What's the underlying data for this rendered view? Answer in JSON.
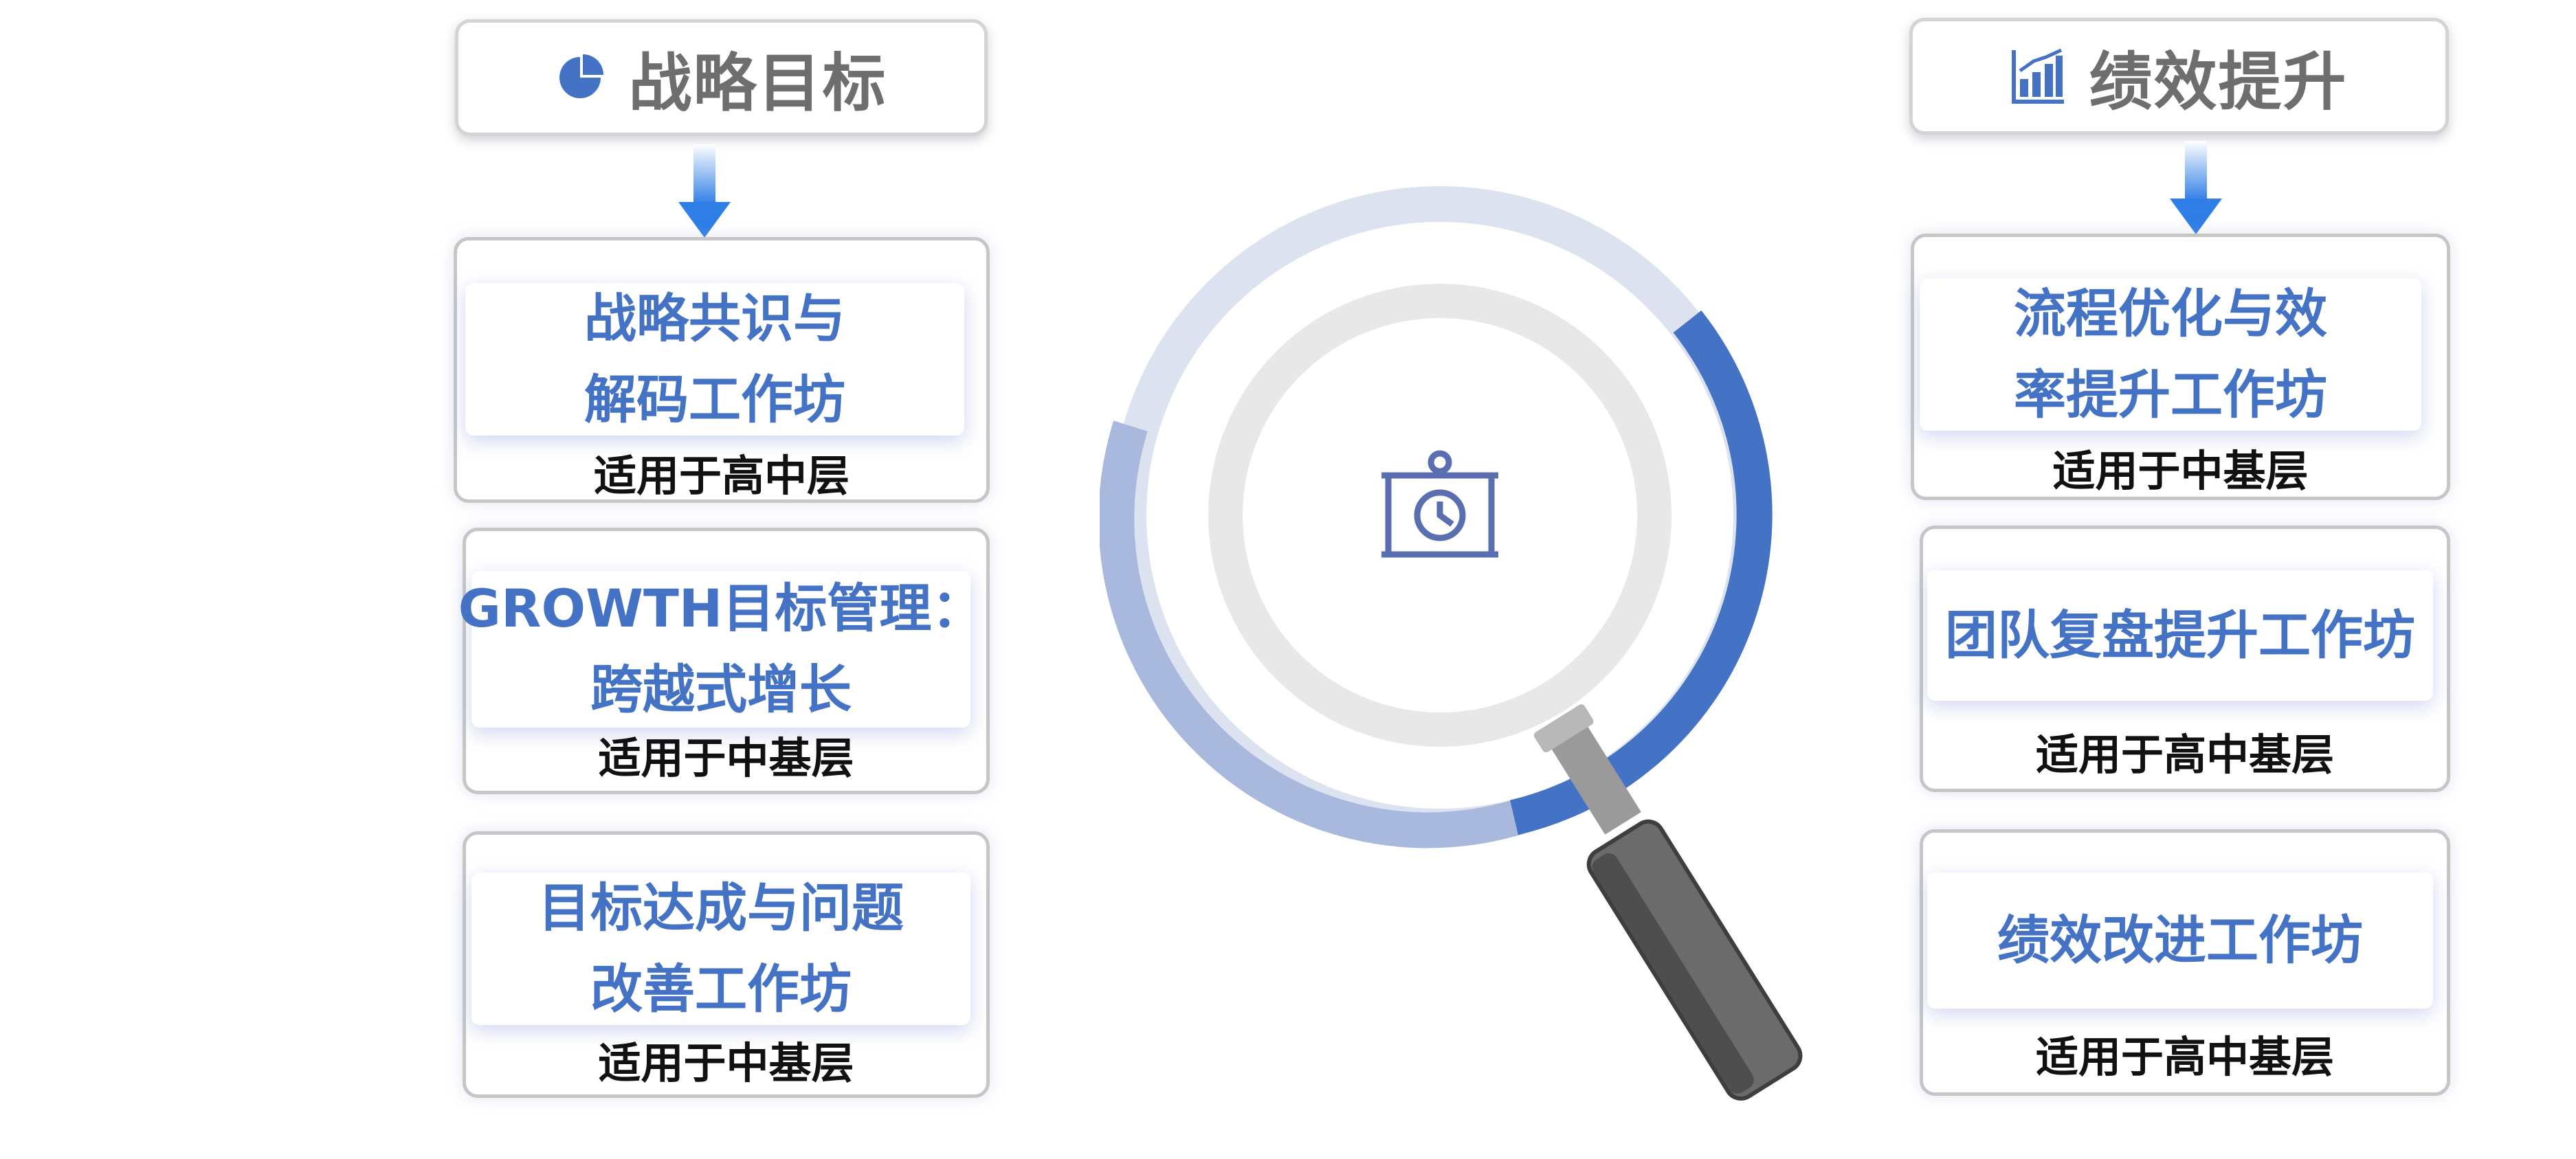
{
  "left_column": {
    "header": {
      "title": "战略目标",
      "icon": "pie-chart-icon"
    },
    "cards": [
      {
        "title_lines": [
          "战略共识与",
          "解码工作坊"
        ],
        "audience": "适用于高中层"
      },
      {
        "title_lines": [
          "GROWTH目标管理：",
          "跨越式增长"
        ],
        "audience": "适用于中基层"
      },
      {
        "title_lines": [
          "目标达成与问题",
          "改善工作坊"
        ],
        "audience": "适用于中基层"
      }
    ]
  },
  "right_column": {
    "header": {
      "title": "绩效提升",
      "icon": "bar-chart-icon"
    },
    "cards": [
      {
        "title_lines": [
          "流程优化与效",
          "率提升工作坊"
        ],
        "audience": "适用于中基层"
      },
      {
        "title_lines": [
          "团队复盘提升工作坊"
        ],
        "audience": "适用于高中基层"
      },
      {
        "title_lines": [
          "绩效改进工作坊"
        ],
        "audience": "适用于高中基层"
      }
    ]
  },
  "center": {
    "icon": "magnifying-glass-icon",
    "inner_icon": "presentation-board-icon"
  },
  "colors": {
    "accent_blue": "#4472c4",
    "ring_light": "#dce2f0",
    "ring_mid": "#a9b9de",
    "inner_ring": "#e8e8e8",
    "handle": "#6b6b6b"
  }
}
